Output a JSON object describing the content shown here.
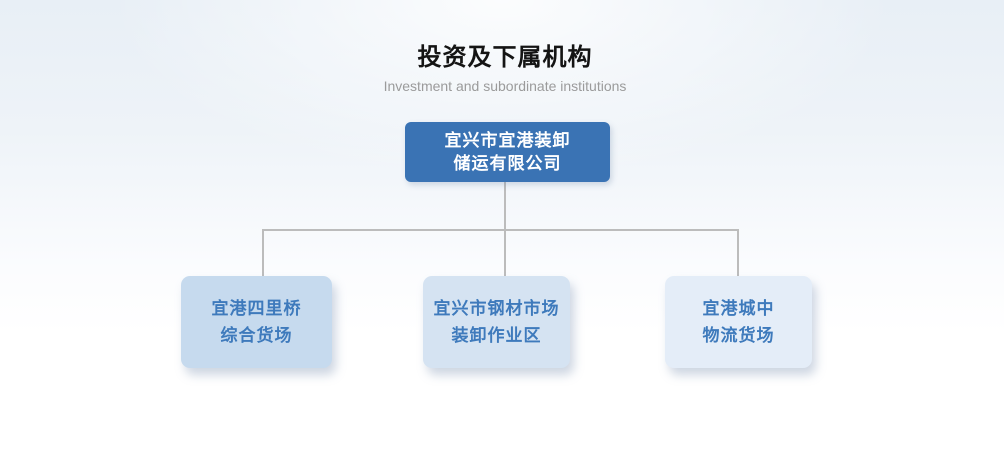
{
  "header": {
    "title": "投资及下属机构",
    "subtitle": "Investment and subordinate institutions"
  },
  "org_chart": {
    "root": {
      "line1": "宜兴市宜港装卸",
      "line2": "储运有限公司"
    },
    "children": [
      {
        "line1": "宜港四里桥",
        "line2": "综合货场"
      },
      {
        "line1": "宜兴市钢材市场",
        "line2": "装卸作业区"
      },
      {
        "line1": "宜港城中",
        "line2": "物流货场"
      }
    ]
  },
  "colors": {
    "root_box_bg": "#3a73b4",
    "root_box_text": "#ffffff",
    "child_box_bg_1": "#c6daee",
    "child_box_bg_2": "#d5e3f2",
    "child_box_bg_3": "#e4edf8",
    "child_box_text": "#3e7abc",
    "connector_line": "#bcbcbc",
    "title_text": "#141414",
    "subtitle_text": "#9b9b9b",
    "background_top": "#e8eff6",
    "background_bottom": "#ffffff"
  }
}
